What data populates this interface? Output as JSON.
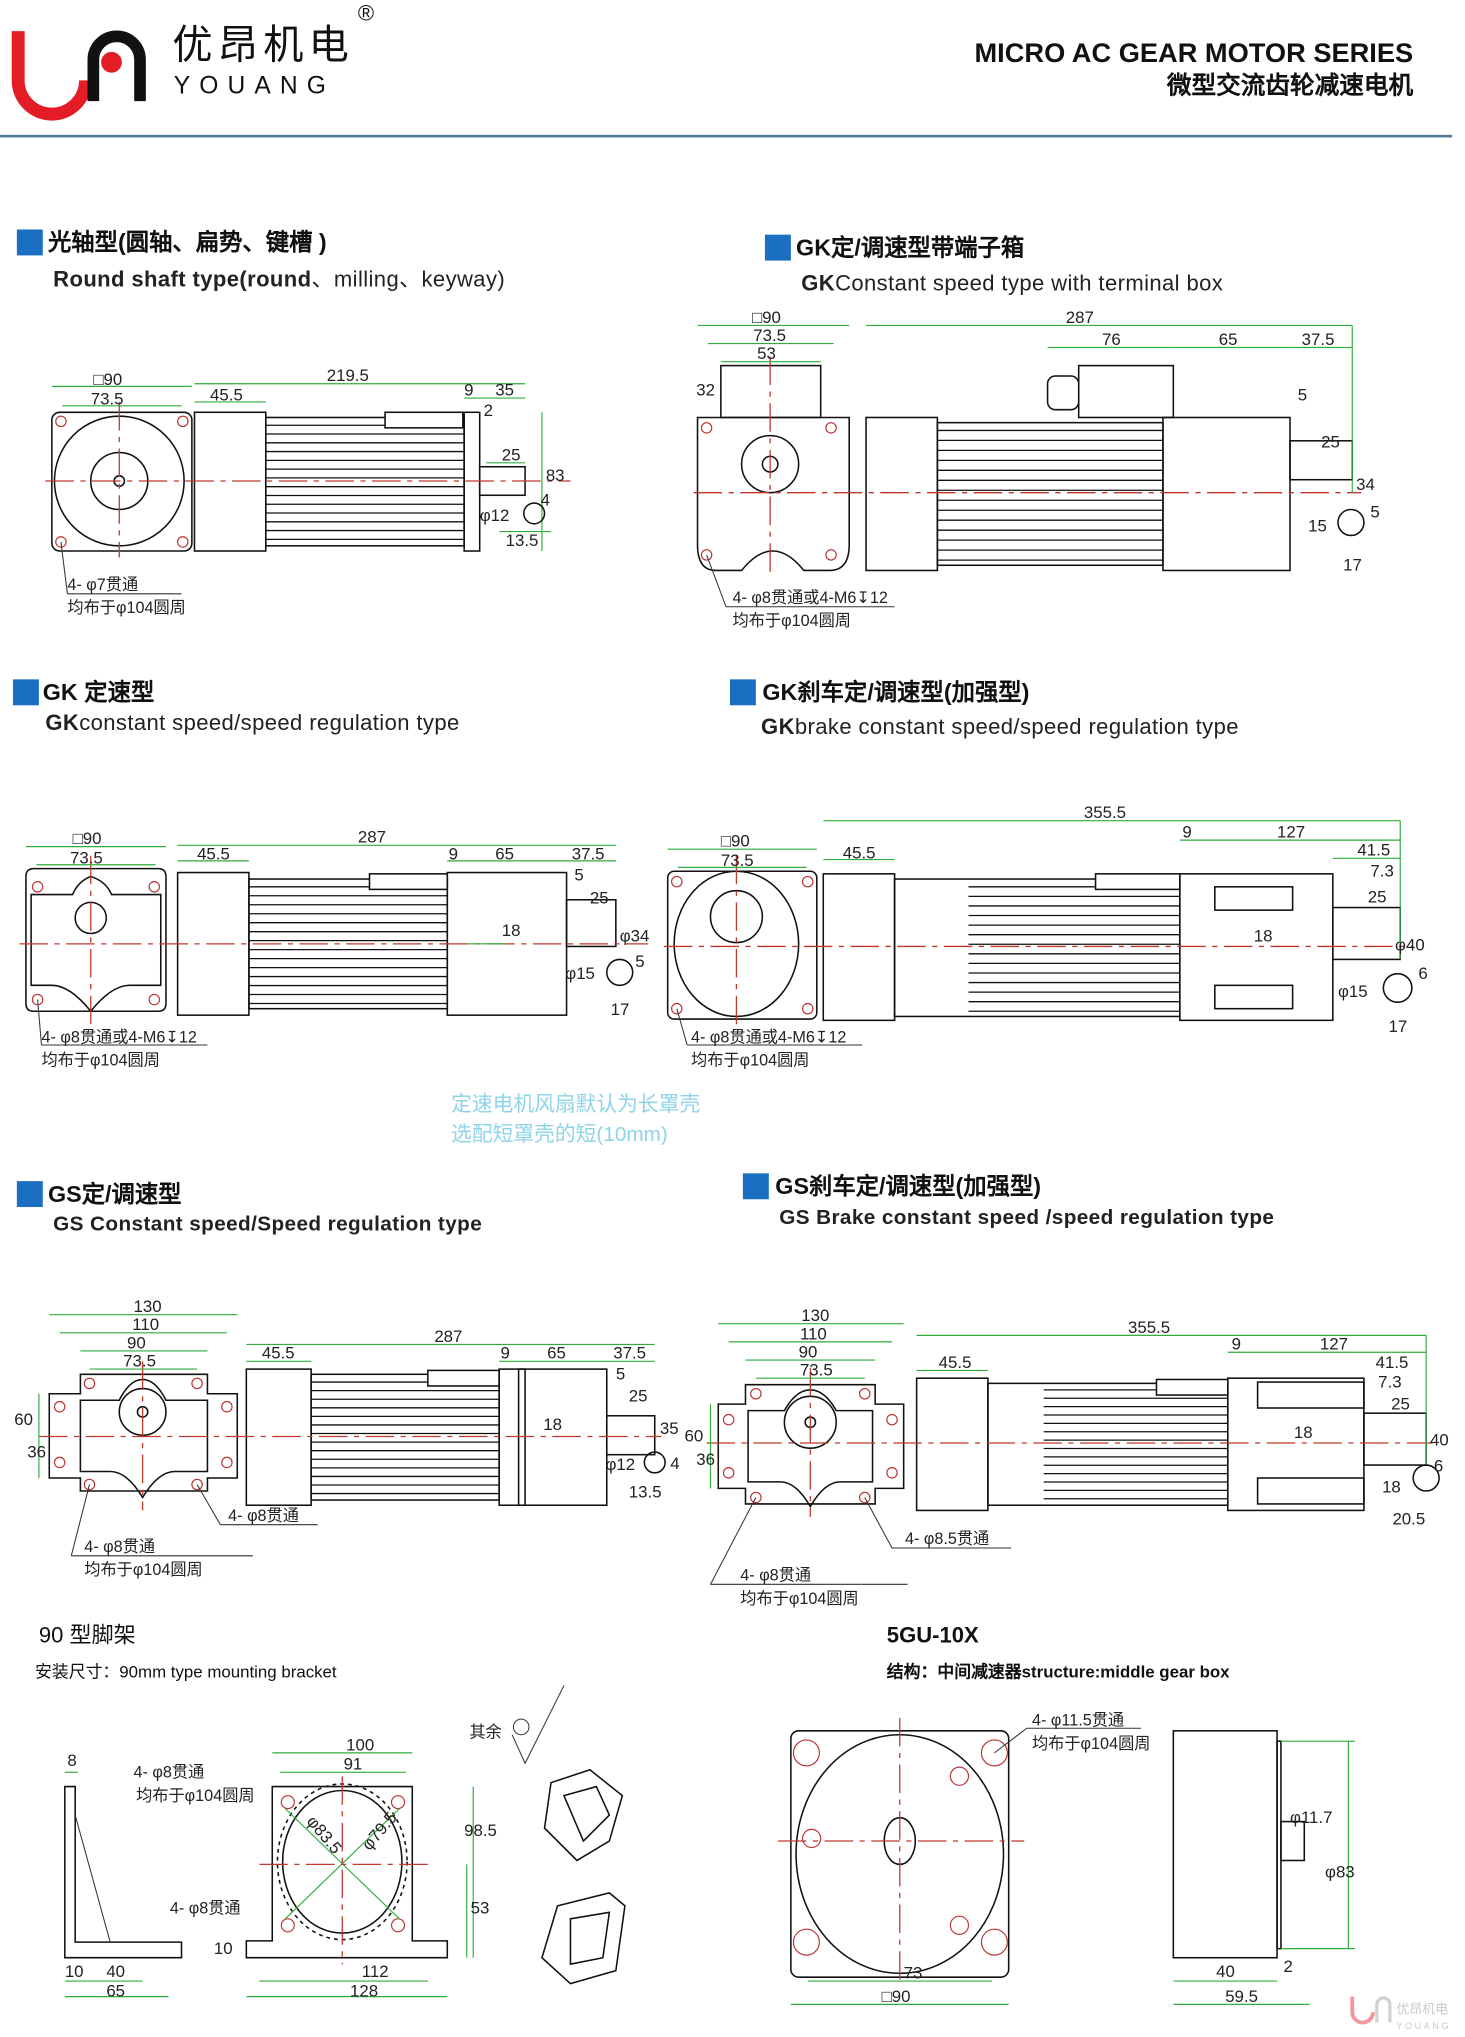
{
  "header": {
    "brand_cn": "优昂机电",
    "brand_en": "YOUANG",
    "registered": "®",
    "series_en": "MICRO AC GEAR MOTOR SERIES",
    "series_cn": "微型交流齿轮减速电机",
    "brand_color": "#e31c25"
  },
  "s1": {
    "title": "光轴型(圆轴、扁势、键槽 )",
    "subtitle_bold": "Round shaft type(round",
    "subtitle_rest": "、milling、keyway)",
    "dims": [
      "□90",
      "73.5",
      "45.5",
      "219.5",
      "9",
      "35",
      "2",
      "25",
      "83",
      "φ12",
      "4",
      "13.5"
    ],
    "note1": "4- φ7贯通",
    "note2": "均布于φ104圆周"
  },
  "s2": {
    "title": "GK定/调速型带端子箱",
    "subtitle_bold": "GK",
    "subtitle_rest": "Constant speed type with terminal box",
    "dims": [
      "□90",
      "73.5",
      "53",
      "32",
      "287",
      "76",
      "65",
      "37.5",
      "5",
      "25",
      "34",
      "15",
      "5",
      "17"
    ],
    "note1": "4- φ8贯通或4-M6↧12",
    "note2": "均布于φ104圆周"
  },
  "s3": {
    "title": "GK 定速型",
    "subtitle_bold": "GK",
    "subtitle_rest": "constant speed/speed regulation type",
    "dims": [
      "□90",
      "73.5",
      "45.5",
      "287",
      "9",
      "65",
      "37.5",
      "5",
      "25",
      "18",
      "φ34",
      "φ15",
      "5",
      "17"
    ],
    "note1": "4- φ8贯通或4-M6↧12",
    "note2": "均布于φ104圆周"
  },
  "s4": {
    "title": "GK刹车定/调速型(加强型)",
    "subtitle_bold": "GK",
    "subtitle_rest": "brake constant speed/speed regulation type",
    "dims": [
      "□90",
      "73.5",
      "45.5",
      "355.5",
      "9",
      "127",
      "41.5",
      "7.3",
      "25",
      "18",
      "φ40",
      "6",
      "φ15",
      "17"
    ],
    "note1": "4- φ8贯通或4-M6↧12",
    "note2": "均布于φ104圆周"
  },
  "fan_note": {
    "line1": "定速电机风扇默认为长罩壳",
    "line2": "选配短罩壳的短(10mm)",
    "color": "#8fd3e8"
  },
  "s5": {
    "title": "GS定/调速型",
    "subtitle": "GS Constant speed/Speed regulation type",
    "dims": [
      "130",
      "110",
      "90",
      "73.5",
      "60",
      "36",
      "45.5",
      "287",
      "9",
      "65",
      "37.5",
      "5",
      "25",
      "18",
      "35",
      "φ12",
      "4",
      "13.5"
    ],
    "hole_note": "4- φ8贯通",
    "note1": "4- φ8贯通",
    "note2": "均布于φ104圆周"
  },
  "s6": {
    "title": "GS刹车定/调速型(加强型)",
    "subtitle": "GS Brake constant speed /speed regulation type",
    "dims": [
      "130",
      "110",
      "90",
      "73.5",
      "60",
      "36",
      "45.5",
      "355.5",
      "9",
      "127",
      "41.5",
      "7.3",
      "25",
      "18",
      "40",
      "6",
      "18",
      "20.5"
    ],
    "hole_note": "4- φ8.5贯通",
    "note1": "4- φ8贯通",
    "note2": "均布于φ104圆周"
  },
  "s7": {
    "title": "90 型脚架",
    "subtitle": "安装尺寸：90mm type mounting bracket",
    "dims": [
      "8",
      "100",
      "91",
      "98.5",
      "φ83.5",
      "φ79.5",
      "53",
      "10",
      "10",
      "40",
      "65",
      "112",
      "128"
    ],
    "note1": "4- φ8贯通",
    "note2": "均布于φ104圆周",
    "note3": "4- φ8贯通",
    "roughness": "其余"
  },
  "s8": {
    "title": "5GU-10X",
    "subtitle": "结构：中间减速器structure:middle gear box",
    "dims": [
      "73",
      "□90",
      "φ11.7",
      "φ83",
      "40",
      "2",
      "59.5"
    ],
    "note1": "4- φ11.5贯通",
    "note2": "均布于φ104圆周"
  },
  "footer": {
    "brand_cn": "优昂机电",
    "brand_en": "YOUANG"
  }
}
